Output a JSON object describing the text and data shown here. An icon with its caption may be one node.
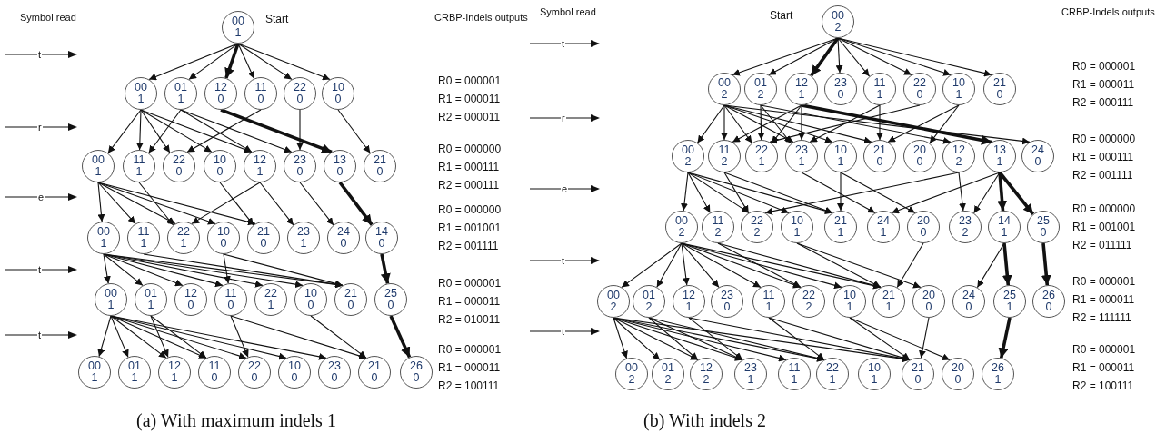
{
  "diagram": {
    "nodes": [
      {
        "text": [
          "00",
          "1"
        ],
        "beside": [
          "Start"
        ]
      },
      {
        "text": [
          "00",
          "1"
        ]
      },
      {
        "text": [
          "01",
          "1"
        ]
      },
      {
        "text": [
          "12",
          "0"
        ]
      },
      {
        "text": [
          "11",
          "0"
        ]
      },
      {
        "text": [
          "22",
          "0"
        ]
      },
      {
        "text": [
          "10",
          "0"
        ]
      },
      {
        "text": [
          "00",
          "1"
        ]
      },
      {
        "text": [
          "11",
          "1"
        ]
      },
      {
        "text": [
          "22",
          "0"
        ]
      },
      {
        "text": [
          "10",
          "0"
        ]
      },
      {
        "text": [
          "12",
          "1"
        ]
      },
      {
        "text": [
          "23",
          "0"
        ]
      },
      {
        "text": [
          "13",
          "0"
        ]
      },
      {
        "text": [
          "21",
          "0"
        ]
      },
      {
        "text": [
          "00",
          "1"
        ]
      },
      {
        "text": [
          "11",
          "1"
        ]
      },
      {
        "text": [
          "22",
          "1"
        ]
      },
      {
        "text": [
          "10",
          "0"
        ]
      },
      {
        "text": [
          "21",
          "0"
        ]
      },
      {
        "text": [
          "23",
          "1"
        ]
      },
      {
        "text": [
          "24",
          "0"
        ]
      },
      {
        "text": [
          "14",
          "0"
        ]
      },
      {
        "text": [
          "00",
          "1"
        ]
      },
      {
        "text": [
          "01",
          "1"
        ]
      },
      {
        "text": [
          "12",
          "0"
        ]
      },
      {
        "text": [
          "11",
          "0"
        ]
      },
      {
        "text": [
          "22",
          "1"
        ]
      },
      {
        "text": [
          "10",
          "0"
        ]
      },
      {
        "text": [
          "21",
          "0"
        ]
      },
      {
        "text": [
          "25",
          "0"
        ]
      },
      {
        "text": [
          "00",
          "1"
        ]
      },
      {
        "text": [
          "01",
          "1"
        ]
      },
      {
        "text": [
          "12",
          "1"
        ]
      },
      {
        "text": [
          "11",
          "0"
        ]
      },
      {
        "text": [
          "22",
          "0"
        ]
      },
      {
        "text": [
          "10",
          "0"
        ]
      },
      {
        "text": [
          "23",
          "0"
        ]
      },
      {
        "text": [
          "21",
          "0"
        ]
      },
      {
        "text": [
          "26",
          "0"
        ]
      },
      {
        "text": [
          "00",
          "2"
        ],
        "beside": [
          "Start"
        ]
      },
      {
        "text": [
          "00",
          "2"
        ]
      },
      {
        "text": [
          "01",
          "2"
        ]
      },
      {
        "text": [
          "12",
          "1"
        ]
      },
      {
        "text": [
          "23",
          "0"
        ]
      },
      {
        "text": [
          "11",
          "1"
        ]
      },
      {
        "text": [
          "22",
          "0"
        ]
      },
      {
        "text": [
          "10",
          "1"
        ]
      },
      {
        "text": [
          "21",
          "0"
        ]
      },
      {
        "text": [
          "00",
          "2"
        ]
      },
      {
        "text": [
          "11",
          "2"
        ]
      },
      {
        "text": [
          "22",
          "1"
        ]
      },
      {
        "text": [
          "23",
          "1"
        ]
      },
      {
        "text": [
          "10",
          "1"
        ]
      },
      {
        "text": [
          "21",
          "0"
        ]
      },
      {
        "text": [
          "20",
          "0"
        ]
      },
      {
        "text": [
          "12",
          "2"
        ]
      },
      {
        "text": [
          "13",
          "1"
        ]
      },
      {
        "text": [
          "24",
          "0"
        ]
      },
      {
        "text": [
          "00",
          "2"
        ]
      },
      {
        "text": [
          "11",
          "2"
        ]
      },
      {
        "text": [
          "22",
          "2"
        ]
      },
      {
        "text": [
          "10",
          "1"
        ]
      },
      {
        "text": [
          "21",
          "1"
        ]
      },
      {
        "text": [
          "24",
          "1"
        ]
      },
      {
        "text": [
          "20",
          "0"
        ]
      },
      {
        "text": [
          "23",
          "2"
        ]
      },
      {
        "text": [
          "14",
          "1"
        ]
      },
      {
        "text": [
          "25",
          "0"
        ]
      },
      {
        "text": [
          "00",
          "2"
        ]
      },
      {
        "text": [
          "01",
          "2"
        ]
      },
      {
        "text": [
          "12",
          "1"
        ]
      },
      {
        "text": [
          "23",
          "0"
        ]
      },
      {
        "text": [
          "11",
          "1"
        ]
      },
      {
        "text": [
          "22",
          "2"
        ]
      },
      {
        "text": [
          "10",
          "1"
        ]
      },
      {
        "text": [
          "21",
          "1"
        ]
      },
      {
        "text": [
          "20",
          "0"
        ]
      },
      {
        "text": [
          "24",
          "0"
        ]
      },
      {
        "text": [
          "25",
          "1"
        ]
      },
      {
        "text": [
          "26",
          "0"
        ]
      },
      {
        "text": [
          "00",
          "2"
        ]
      },
      {
        "text": [
          "01",
          "2"
        ]
      },
      {
        "text": [
          "12",
          "2"
        ]
      },
      {
        "text": [
          "23",
          "1"
        ]
      },
      {
        "text": [
          "11",
          "1"
        ]
      },
      {
        "text": [
          "22",
          "1"
        ]
      },
      {
        "text": [
          "10",
          "1"
        ]
      },
      {
        "text": [
          "21",
          "0"
        ]
      },
      {
        "text": [
          "20",
          "0"
        ]
      },
      {
        "text": [
          "26",
          "1"
        ]
      }
    ],
    "edges": [
      {
        "from": 0,
        "to": 1,
        "arrow": "to"
      },
      {
        "from": 0,
        "to": 2,
        "arrow": "to"
      },
      {
        "from": 0,
        "to": 3,
        "arrow": "to",
        "style": "thick"
      },
      {
        "from": 0,
        "to": 4,
        "arrow": "to"
      },
      {
        "from": 0,
        "to": 5,
        "arrow": "to"
      },
      {
        "from": 0,
        "to": 6,
        "arrow": "to"
      },
      {
        "from": 1,
        "to": 7,
        "arrow": "to"
      },
      {
        "from": 1,
        "to": 8,
        "arrow": "to"
      },
      {
        "from": 1,
        "to": 9,
        "arrow": "to"
      },
      {
        "from": 1,
        "to": 10,
        "arrow": "to"
      },
      {
        "from": 1,
        "to": 11,
        "arrow": "to"
      },
      {
        "from": 2,
        "to": 8,
        "arrow": "to"
      },
      {
        "from": 2,
        "to": 11,
        "arrow": "to"
      },
      {
        "from": 2,
        "to": 12,
        "arrow": "to"
      },
      {
        "from": 3,
        "to": 13,
        "arrow": "to",
        "style": "thick"
      },
      {
        "from": 4,
        "to": 9,
        "arrow": "to"
      },
      {
        "from": 5,
        "to": 12,
        "arrow": "to"
      },
      {
        "from": 6,
        "to": 14,
        "arrow": "to"
      },
      {
        "from": 7,
        "to": 15,
        "arrow": "to"
      },
      {
        "from": 7,
        "to": 16,
        "arrow": "to"
      },
      {
        "from": 7,
        "to": 17,
        "arrow": "to"
      },
      {
        "from": 7,
        "to": 18,
        "arrow": "to"
      },
      {
        "from": 7,
        "to": 19,
        "arrow": "to"
      },
      {
        "from": 8,
        "to": 17,
        "arrow": "to"
      },
      {
        "from": 10,
        "to": 19,
        "arrow": "to"
      },
      {
        "from": 11,
        "to": 17,
        "arrow": "to"
      },
      {
        "from": 11,
        "to": 20,
        "arrow": "to"
      },
      {
        "from": 12,
        "to": 21,
        "arrow": "to"
      },
      {
        "from": 13,
        "to": 22,
        "arrow": "to",
        "style": "thick"
      },
      {
        "from": 15,
        "to": 23,
        "arrow": "to"
      },
      {
        "from": 15,
        "to": 24,
        "arrow": "to"
      },
      {
        "from": 15,
        "to": 25,
        "arrow": "to"
      },
      {
        "from": 15,
        "to": 26,
        "arrow": "to"
      },
      {
        "from": 15,
        "to": 27,
        "arrow": "to"
      },
      {
        "from": 15,
        "to": 28,
        "arrow": "to"
      },
      {
        "from": 15,
        "to": 29,
        "arrow": "to"
      },
      {
        "from": 16,
        "to": 29,
        "arrow": "to"
      },
      {
        "from": 18,
        "to": 26,
        "arrow": "to"
      },
      {
        "from": 18,
        "to": 29,
        "arrow": "to"
      },
      {
        "from": 22,
        "to": 30,
        "arrow": "to",
        "style": "thick"
      },
      {
        "from": 23,
        "to": 31,
        "arrow": "to"
      },
      {
        "from": 23,
        "to": 32,
        "arrow": "to"
      },
      {
        "from": 23,
        "to": 33,
        "arrow": "to"
      },
      {
        "from": 23,
        "to": 34,
        "arrow": "to"
      },
      {
        "from": 23,
        "to": 35,
        "arrow": "to"
      },
      {
        "from": 23,
        "to": 36,
        "arrow": "to"
      },
      {
        "from": 23,
        "to": 37,
        "arrow": "to"
      },
      {
        "from": 24,
        "to": 33,
        "arrow": "to"
      },
      {
        "from": 24,
        "to": 34,
        "arrow": "to"
      },
      {
        "from": 26,
        "to": 35,
        "arrow": "to"
      },
      {
        "from": 26,
        "to": 38,
        "arrow": "to"
      },
      {
        "from": 28,
        "to": 38,
        "arrow": "to"
      },
      {
        "from": 30,
        "to": 39,
        "arrow": "to",
        "style": "thick"
      },
      {
        "from": 40,
        "to": 41,
        "arrow": "to"
      },
      {
        "from": 40,
        "to": 42,
        "arrow": "to"
      },
      {
        "from": 40,
        "to": 43,
        "arrow": "to",
        "style": "thick"
      },
      {
        "from": 40,
        "to": 44,
        "arrow": "to"
      },
      {
        "from": 40,
        "to": 45,
        "arrow": "to"
      },
      {
        "from": 40,
        "to": 46,
        "arrow": "to"
      },
      {
        "from": 40,
        "to": 47,
        "arrow": "to"
      },
      {
        "from": 40,
        "to": 48,
        "arrow": "to"
      },
      {
        "from": 41,
        "to": 49,
        "arrow": "to"
      },
      {
        "from": 41,
        "to": 50,
        "arrow": "to"
      },
      {
        "from": 41,
        "to": 51,
        "arrow": "to"
      },
      {
        "from": 41,
        "to": 52,
        "arrow": "to"
      },
      {
        "from": 41,
        "to": 53,
        "arrow": "to"
      },
      {
        "from": 41,
        "to": 54,
        "arrow": "to"
      },
      {
        "from": 41,
        "to": 58,
        "arrow": "to"
      },
      {
        "from": 42,
        "to": 51,
        "arrow": "to"
      },
      {
        "from": 42,
        "to": 52,
        "arrow": "to"
      },
      {
        "from": 42,
        "to": 56,
        "arrow": "to"
      },
      {
        "from": 43,
        "to": 50,
        "arrow": "to"
      },
      {
        "from": 43,
        "to": 51,
        "arrow": "to"
      },
      {
        "from": 43,
        "to": 52,
        "arrow": "to"
      },
      {
        "from": 43,
        "to": 57,
        "arrow": "to",
        "style": "thick"
      },
      {
        "from": 45,
        "to": 52,
        "arrow": "to"
      },
      {
        "from": 45,
        "to": 54,
        "arrow": "to"
      },
      {
        "from": 46,
        "to": 51,
        "arrow": "to"
      },
      {
        "from": 47,
        "to": 54,
        "arrow": "to"
      },
      {
        "from": 47,
        "to": 55,
        "arrow": "to"
      },
      {
        "from": 49,
        "to": 59,
        "arrow": "to"
      },
      {
        "from": 49,
        "to": 60,
        "arrow": "to"
      },
      {
        "from": 49,
        "to": 61,
        "arrow": "to"
      },
      {
        "from": 49,
        "to": 62,
        "arrow": "to"
      },
      {
        "from": 49,
        "to": 63,
        "arrow": "to"
      },
      {
        "from": 50,
        "to": 61,
        "arrow": "to"
      },
      {
        "from": 50,
        "to": 63,
        "arrow": "to"
      },
      {
        "from": 52,
        "to": 64,
        "arrow": "to"
      },
      {
        "from": 53,
        "to": 63,
        "arrow": "to"
      },
      {
        "from": 53,
        "to": 65,
        "arrow": "to"
      },
      {
        "from": 56,
        "to": 61,
        "arrow": "to"
      },
      {
        "from": 56,
        "to": 66,
        "arrow": "to"
      },
      {
        "from": 57,
        "to": 64,
        "arrow": "to"
      },
      {
        "from": 57,
        "to": 66,
        "arrow": "to"
      },
      {
        "from": 57,
        "to": 67,
        "arrow": "to",
        "style": "thick"
      },
      {
        "from": 57,
        "to": 68,
        "arrow": "to",
        "style": "thick"
      },
      {
        "from": 59,
        "to": 69,
        "arrow": "to"
      },
      {
        "from": 59,
        "to": 70,
        "arrow": "to"
      },
      {
        "from": 59,
        "to": 71,
        "arrow": "to"
      },
      {
        "from": 59,
        "to": 72,
        "arrow": "to"
      },
      {
        "from": 59,
        "to": 73,
        "arrow": "to"
      },
      {
        "from": 59,
        "to": 74,
        "arrow": "to"
      },
      {
        "from": 59,
        "to": 75,
        "arrow": "to"
      },
      {
        "from": 59,
        "to": 76,
        "arrow": "to"
      },
      {
        "from": 60,
        "to": 74,
        "arrow": "to"
      },
      {
        "from": 60,
        "to": 76,
        "arrow": "to"
      },
      {
        "from": 62,
        "to": 76,
        "arrow": "to"
      },
      {
        "from": 62,
        "to": 77,
        "arrow": "to"
      },
      {
        "from": 65,
        "to": 76,
        "arrow": "to"
      },
      {
        "from": 67,
        "to": 78,
        "arrow": "to"
      },
      {
        "from": 67,
        "to": 79,
        "arrow": "to",
        "style": "thick"
      },
      {
        "from": 68,
        "to": 80,
        "arrow": "to",
        "style": "thick"
      },
      {
        "from": 69,
        "to": 81,
        "arrow": "to"
      },
      {
        "from": 69,
        "to": 82,
        "arrow": "to"
      },
      {
        "from": 69,
        "to": 83,
        "arrow": "to"
      },
      {
        "from": 69,
        "to": 84,
        "arrow": "to"
      },
      {
        "from": 69,
        "to": 85,
        "arrow": "to"
      },
      {
        "from": 69,
        "to": 86,
        "arrow": "to"
      },
      {
        "from": 69,
        "to": 88,
        "arrow": "to"
      },
      {
        "from": 70,
        "to": 83,
        "arrow": "to"
      },
      {
        "from": 70,
        "to": 84,
        "arrow": "to"
      },
      {
        "from": 70,
        "to": 86,
        "arrow": "to"
      },
      {
        "from": 71,
        "to": 84,
        "arrow": "to"
      },
      {
        "from": 71,
        "to": 88,
        "arrow": "to"
      },
      {
        "from": 73,
        "to": 86,
        "arrow": "to"
      },
      {
        "from": 73,
        "to": 88,
        "arrow": "to"
      },
      {
        "from": 75,
        "to": 88,
        "arrow": "to"
      },
      {
        "from": 75,
        "to": 89,
        "arrow": "to"
      },
      {
        "from": 77,
        "to": 88,
        "arrow": "to"
      },
      {
        "from": 79,
        "to": 90,
        "arrow": "to",
        "style": "thick"
      }
    ],
    "labels": [
      "Symbol read",
      "CRBP-Indels outputs",
      "t",
      "R0 = 000001",
      "R1 = 000011",
      "R2 = 000011",
      "r",
      "R0 = 000000",
      "R1 = 000111",
      "R2 = 000111",
      "e",
      "R0 = 000000",
      "R1 = 001001",
      "R2 = 001111",
      "t",
      "R0 = 000001",
      "R1 = 000011",
      "R2 = 010011",
      "t",
      "R0 = 000001",
      "R1 = 000011",
      "R2 = 100111",
      "(a) With maximum indels 1",
      "Symbol read",
      "CRBP-Indels outputs",
      "t",
      "R0 = 000001",
      "R1 = 000011",
      "R2 = 000111",
      "r",
      "R0 = 000000",
      "R1 = 000111",
      "R2 = 001111",
      "e",
      "R0 = 000000",
      "R1 = 001001",
      "R2 = 011111",
      "t",
      "R0 = 000001",
      "R1 = 000011",
      "R2 = 111111",
      "t",
      "R0 = 000001",
      "R1 = 000011",
      "R2 = 100111",
      "(b) With indels 2"
    ]
  }
}
